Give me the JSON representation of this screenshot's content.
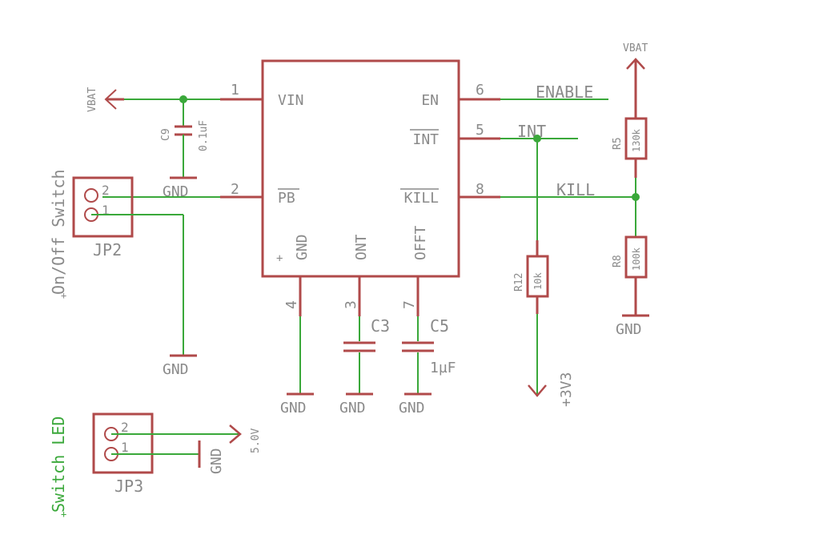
{
  "ic": {
    "pins_left": [
      {
        "num": "1",
        "name": "VIN"
      },
      {
        "num": "2",
        "name": "PB"
      }
    ],
    "pins_right": [
      {
        "num": "6",
        "name": "EN"
      },
      {
        "num": "5",
        "name": "INT"
      },
      {
        "num": "8",
        "name": "KILL"
      }
    ],
    "pins_bottom": [
      {
        "num": "4",
        "name": "GND"
      },
      {
        "num": "3",
        "name": "ONT"
      },
      {
        "num": "7",
        "name": "OFFT"
      }
    ],
    "plus_mark": "+"
  },
  "nets": {
    "enable": "ENABLE",
    "int": "INT",
    "kill": "KILL",
    "vbat_left": "VBAT",
    "vbat_top": "VBAT",
    "v3v3": "+3V3",
    "v5": "5.0V"
  },
  "gnd_label": "GND",
  "caps": {
    "c9_name": "C9",
    "c9_value": "0.1uF",
    "c3_name": "C3",
    "c5_name": "C5",
    "c5_value": "1µF"
  },
  "resistors": {
    "r5_name": "R5",
    "r5_value": "130k",
    "r8_name": "R8",
    "r8_value": "100k",
    "r12_name": "R12",
    "r12_value": "10k"
  },
  "connectors": {
    "jp2_name": "JP2",
    "jp2_label": "On/Off Switch",
    "jp2_pin2": "2",
    "jp2_pin1": "1",
    "jp3_name": "JP3",
    "jp3_label": "Switch LED",
    "jp3_pin2": "2",
    "jp3_pin1": "1",
    "plus": "+"
  },
  "colors": {
    "wire": "#3aa83a",
    "symbol": "#b04a4a",
    "text": "#8a8a8a"
  }
}
